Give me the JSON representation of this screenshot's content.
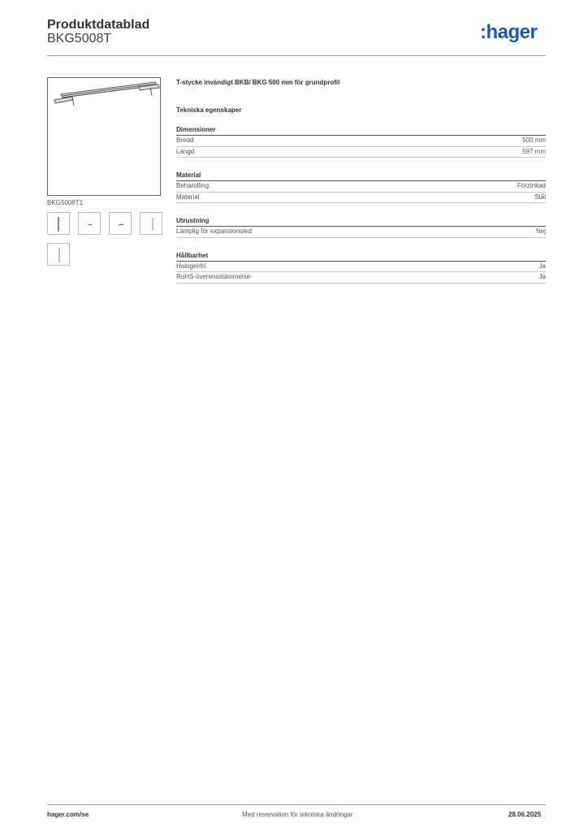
{
  "header": {
    "title": "Produktdatablad",
    "product_code": "BKG5008T",
    "logo_text": ":hager",
    "logo_color": "#1a57b8"
  },
  "image": {
    "caption": "BKG5008T1",
    "thumbnail_icons": [
      "drawing-icon",
      "drawing-icon",
      "drawing-icon",
      "drawing-icon",
      "drawing-icon"
    ]
  },
  "content": {
    "product_description": "T-stycke invändigt BKB/ BKG 500 mm för grundprofil",
    "section_heading": "Tekniska egenskaper",
    "groups": [
      {
        "title": "Dimensioner",
        "rows": [
          {
            "label": "Bredd",
            "value": "500 mm"
          },
          {
            "label": "Längd",
            "value": "597 mm"
          }
        ]
      },
      {
        "title": "Material",
        "rows": [
          {
            "label": "Behandling",
            "value": "Förzinkad"
          },
          {
            "label": "Material",
            "value": "Stål"
          }
        ]
      },
      {
        "title": "Utrustning",
        "rows": [
          {
            "label": "Lämplig för expansionsled",
            "value": "Nej"
          }
        ]
      },
      {
        "title": "Hållbarhet",
        "rows": [
          {
            "label": "Halogenfri",
            "value": "Ja"
          },
          {
            "label": "RoHS-överensstämmelse",
            "value": "Ja"
          }
        ]
      }
    ]
  },
  "footer": {
    "website": "hager.com/se",
    "disclaimer": "Med reservation för tekniska ändringar",
    "date": "28.06.2025"
  }
}
